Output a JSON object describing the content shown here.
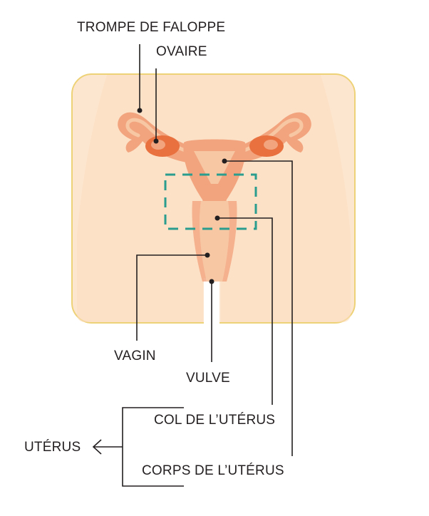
{
  "labels": {
    "fallopian_tube": "TROMPE DE FALOPPE",
    "ovary": "OVAIRE",
    "vagina": "VAGIN",
    "vulva": "VULVE",
    "cervix": "COL DE L’UTÉRUS",
    "uterus": "UTÉRUS",
    "uterus_body": "CORPS DE L’UTÉRUS"
  },
  "colors": {
    "background_panel": "#fde6cf",
    "panel_border": "#eed277",
    "organ_light": "#f7c6a3",
    "organ_mid": "#f2a47e",
    "organ_dark": "#e8713f",
    "highlight_box": "#2a9d8f",
    "leader_line": "#231f20"
  }
}
